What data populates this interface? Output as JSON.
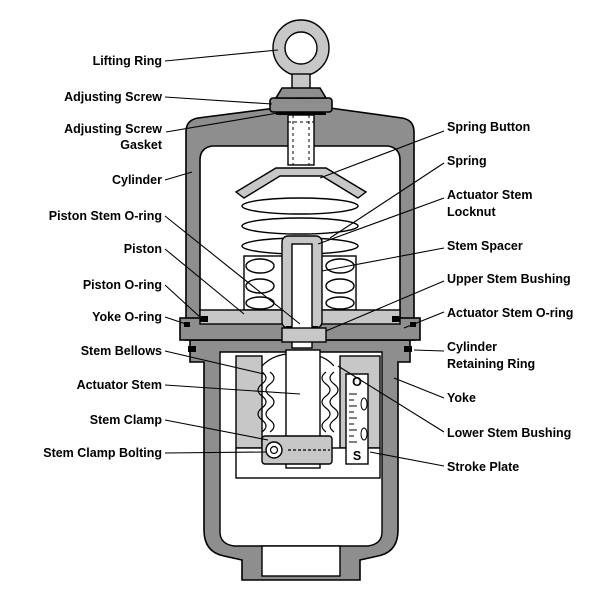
{
  "labels": {
    "lifting_ring": "Lifting Ring",
    "adjusting_screw": "Adjusting Screw",
    "adjusting_screw_gasket_1": "Adjusting Screw",
    "adjusting_screw_gasket_2": "Gasket",
    "cylinder": "Cylinder",
    "piston_stem_oring": "Piston Stem O-ring",
    "piston": "Piston",
    "piston_oring": "Piston O-ring",
    "yoke_oring": "Yoke O-ring",
    "stem_bellows": "Stem Bellows",
    "actuator_stem": "Actuator Stem",
    "stem_clamp": "Stem Clamp",
    "stem_clamp_bolting": "Stem Clamp Bolting",
    "spring_button": "Spring Button",
    "spring": "Spring",
    "actuator_stem_locknut_1": "Actuator Stem",
    "actuator_stem_locknut_2": "Locknut",
    "stem_spacer": "Stem Spacer",
    "upper_stem_bushing": "Upper Stem Bushing",
    "actuator_stem_oring": "Actuator Stem O-ring",
    "cylinder_retaining_ring_1": "Cylinder",
    "cylinder_retaining_ring_2": "Retaining Ring",
    "yoke": "Yoke",
    "lower_stem_bushing": "Lower Stem Bushing",
    "stroke_plate": "Stroke Plate"
  },
  "stroke_plate_marks": {
    "open": "O",
    "shut": "S"
  },
  "colors": {
    "metal": "#8e8e8e",
    "light_metal": "#c7c7c7",
    "line": "#000000",
    "background": "#ffffff"
  }
}
